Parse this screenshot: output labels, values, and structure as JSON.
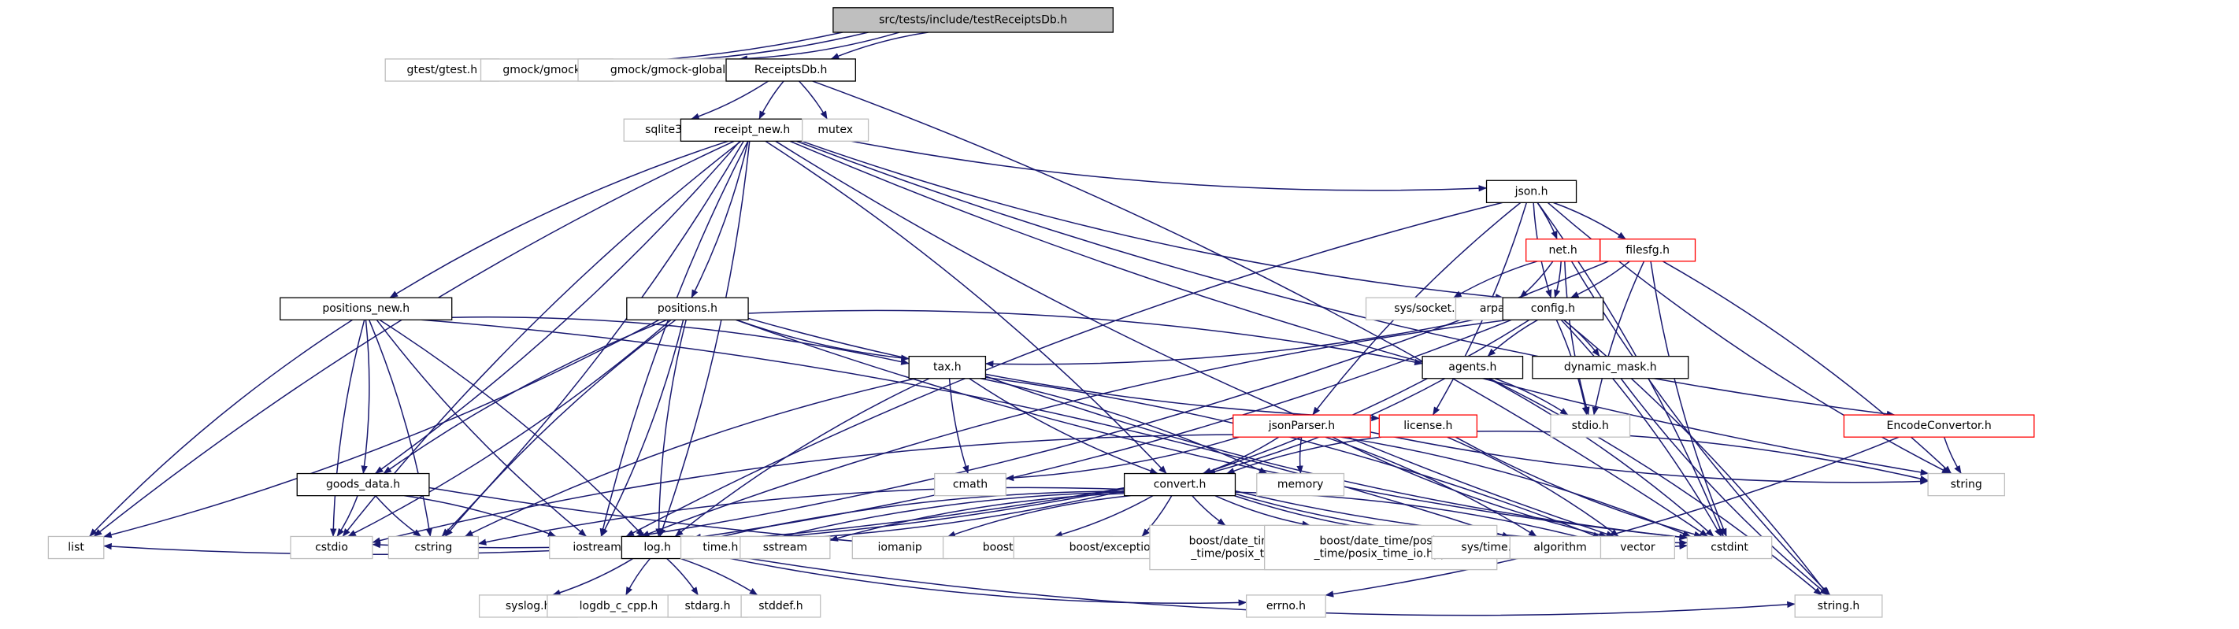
{
  "colors": {
    "edge": "#191970",
    "root_fill": "#bfbfbf",
    "documented_border": "#000000",
    "external_border": "#bfbfbf",
    "truncated_border": "#ff0000",
    "text": "#000000"
  },
  "nodes": [
    {
      "id": "root",
      "label": "src/tests/include/testReceiptsDb.h",
      "kind": "root"
    },
    {
      "id": "gtest",
      "label": "gtest/gtest.h",
      "kind": "external"
    },
    {
      "id": "gmock",
      "label": "gmock/gmock.h",
      "kind": "external"
    },
    {
      "id": "gmockglobal",
      "label": "gmock/gmock-global.h",
      "kind": "external"
    },
    {
      "id": "receiptsdb",
      "label": "ReceiptsDb.h",
      "kind": "documented"
    },
    {
      "id": "sqlite3",
      "label": "sqlite3.h",
      "kind": "external"
    },
    {
      "id": "receiptnew",
      "label": "receipt_new.h",
      "kind": "documented"
    },
    {
      "id": "mutex",
      "label": "mutex",
      "kind": "external"
    },
    {
      "id": "json",
      "label": "json.h",
      "kind": "documented"
    },
    {
      "id": "net",
      "label": "net.h",
      "kind": "truncated"
    },
    {
      "id": "filesfg",
      "label": "filesfg.h",
      "kind": "truncated"
    },
    {
      "id": "syssocket",
      "label": "sys/socket.h",
      "kind": "external"
    },
    {
      "id": "arpainet",
      "label": "arpa/inet.h",
      "kind": "external"
    },
    {
      "id": "config",
      "label": "config.h",
      "kind": "documented"
    },
    {
      "id": "positionsnew",
      "label": "positions_new.h",
      "kind": "documented"
    },
    {
      "id": "positions",
      "label": "positions.h",
      "kind": "documented"
    },
    {
      "id": "agents",
      "label": "agents.h",
      "kind": "documented"
    },
    {
      "id": "dynmask",
      "label": "dynamic_mask.h",
      "kind": "documented"
    },
    {
      "id": "tax",
      "label": "tax.h",
      "kind": "documented"
    },
    {
      "id": "stdio",
      "label": "stdio.h",
      "kind": "external"
    },
    {
      "id": "jsonparser",
      "label": "jsonParser.h",
      "kind": "truncated"
    },
    {
      "id": "license",
      "label": "license.h",
      "kind": "truncated"
    },
    {
      "id": "encodeconv",
      "label": "EncodeConvertor.h",
      "kind": "truncated"
    },
    {
      "id": "cmath",
      "label": "cmath",
      "kind": "external"
    },
    {
      "id": "memory",
      "label": "memory",
      "kind": "external"
    },
    {
      "id": "string",
      "label": "string",
      "kind": "external"
    },
    {
      "id": "goodsdata",
      "label": "goods_data.h",
      "kind": "documented"
    },
    {
      "id": "convert",
      "label": "convert.h",
      "kind": "documented"
    },
    {
      "id": "list",
      "label": "list",
      "kind": "external"
    },
    {
      "id": "cstdio",
      "label": "cstdio",
      "kind": "external"
    },
    {
      "id": "cstring",
      "label": "cstring",
      "kind": "external"
    },
    {
      "id": "iostream",
      "label": "iostream",
      "kind": "external"
    },
    {
      "id": "log",
      "label": "log.h",
      "kind": "documented"
    },
    {
      "id": "timeh",
      "label": "time.h",
      "kind": "external"
    },
    {
      "id": "sstream",
      "label": "sstream",
      "kind": "external"
    },
    {
      "id": "iomanip",
      "label": "iomanip",
      "kind": "external"
    },
    {
      "id": "boostregex",
      "label": "boost/regex.hpp",
      "kind": "external"
    },
    {
      "id": "boostexc",
      "label": "boost/exception/all.hpp",
      "kind": "external"
    },
    {
      "id": "boostpt",
      "label": "boost/date_time/posix\n_time/posix_time.hpp",
      "kind": "external"
    },
    {
      "id": "boostptio",
      "label": "boost/date_time/posix\n_time/posix_time_io.hpp",
      "kind": "external"
    },
    {
      "id": "systime",
      "label": "sys/time.h",
      "kind": "external"
    },
    {
      "id": "algorithm",
      "label": "algorithm",
      "kind": "external"
    },
    {
      "id": "vector",
      "label": "vector",
      "kind": "external"
    },
    {
      "id": "cstdint",
      "label": "cstdint",
      "kind": "external"
    },
    {
      "id": "syslog",
      "label": "syslog.h",
      "kind": "external"
    },
    {
      "id": "logdb",
      "label": "logdb_c_cpp.h",
      "kind": "external"
    },
    {
      "id": "stdarg",
      "label": "stdarg.h",
      "kind": "external"
    },
    {
      "id": "stddef",
      "label": "stddef.h",
      "kind": "external"
    },
    {
      "id": "errno",
      "label": "errno.h",
      "kind": "external"
    },
    {
      "id": "stringh",
      "label": "string.h",
      "kind": "external"
    }
  ],
  "edges": [
    [
      "root",
      "gtest"
    ],
    [
      "root",
      "gmock"
    ],
    [
      "root",
      "gmockglobal"
    ],
    [
      "root",
      "receiptsdb"
    ],
    [
      "receiptsdb",
      "sqlite3"
    ],
    [
      "receiptsdb",
      "receiptnew"
    ],
    [
      "receiptsdb",
      "mutex"
    ],
    [
      "receiptsdb",
      "cstdint"
    ],
    [
      "receiptnew",
      "json"
    ],
    [
      "receiptnew",
      "config"
    ],
    [
      "receiptnew",
      "positionsnew"
    ],
    [
      "receiptnew",
      "positions"
    ],
    [
      "receiptnew",
      "goodsdata"
    ],
    [
      "receiptnew",
      "convert"
    ],
    [
      "receiptnew",
      "list"
    ],
    [
      "receiptnew",
      "cstdio"
    ],
    [
      "receiptnew",
      "cstring"
    ],
    [
      "receiptnew",
      "iostream"
    ],
    [
      "receiptnew",
      "log"
    ],
    [
      "receiptnew",
      "vector"
    ],
    [
      "receiptnew",
      "string"
    ],
    [
      "receiptnew",
      "encodeconv"
    ],
    [
      "json",
      "net"
    ],
    [
      "json",
      "filesfg"
    ],
    [
      "json",
      "config"
    ],
    [
      "json",
      "jsonparser"
    ],
    [
      "json",
      "license"
    ],
    [
      "json",
      "string"
    ],
    [
      "json",
      "cstdint"
    ],
    [
      "json",
      "iostream"
    ],
    [
      "net",
      "net"
    ],
    [
      "net",
      "syssocket"
    ],
    [
      "net",
      "arpainet"
    ],
    [
      "net",
      "config"
    ],
    [
      "net",
      "stdio"
    ],
    [
      "net",
      "stringh"
    ],
    [
      "filesfg",
      "config"
    ],
    [
      "filesfg",
      "string"
    ],
    [
      "filesfg",
      "cstdint"
    ],
    [
      "filesfg",
      "stdio"
    ],
    [
      "filesfg",
      "iostream"
    ],
    [
      "config",
      "agents"
    ],
    [
      "config",
      "dynmask"
    ],
    [
      "config",
      "tax"
    ],
    [
      "config",
      "stdio"
    ],
    [
      "config",
      "stringh"
    ],
    [
      "config",
      "cstdint"
    ],
    [
      "config",
      "convert"
    ],
    [
      "config",
      "iostream"
    ],
    [
      "config",
      "log"
    ],
    [
      "positionsnew",
      "tax"
    ],
    [
      "positionsnew",
      "goodsdata"
    ],
    [
      "positionsnew",
      "list"
    ],
    [
      "positionsnew",
      "cstdio"
    ],
    [
      "positionsnew",
      "cstring"
    ],
    [
      "positionsnew",
      "iostream"
    ],
    [
      "positionsnew",
      "log"
    ],
    [
      "positionsnew",
      "algorithm"
    ],
    [
      "positions",
      "tax"
    ],
    [
      "positions",
      "goodsdata"
    ],
    [
      "positions",
      "agents"
    ],
    [
      "positions",
      "license"
    ],
    [
      "positions",
      "list"
    ],
    [
      "positions",
      "cstdio"
    ],
    [
      "positions",
      "cstring"
    ],
    [
      "positions",
      "iostream"
    ],
    [
      "positions",
      "log"
    ],
    [
      "positions",
      "cstdint"
    ],
    [
      "agents",
      "stdio"
    ],
    [
      "agents",
      "cstdint"
    ],
    [
      "agents",
      "stringh"
    ],
    [
      "agents",
      "convert"
    ],
    [
      "dynmask",
      "stringh"
    ],
    [
      "tax",
      "convert"
    ],
    [
      "tax",
      "cmath"
    ],
    [
      "tax",
      "memory"
    ],
    [
      "tax",
      "cstdint"
    ],
    [
      "tax",
      "log"
    ],
    [
      "tax",
      "cstring"
    ],
    [
      "tax",
      "vector"
    ],
    [
      "jsonparser",
      "convert"
    ],
    [
      "jsonparser",
      "cmath"
    ],
    [
      "jsonparser",
      "memory"
    ],
    [
      "jsonparser",
      "string"
    ],
    [
      "jsonparser",
      "cstdint"
    ],
    [
      "jsonparser",
      "vector"
    ],
    [
      "jsonparser",
      "algorithm"
    ],
    [
      "jsonparser",
      "cstdio"
    ],
    [
      "license",
      "convert"
    ],
    [
      "license",
      "string"
    ],
    [
      "license",
      "cstdint"
    ],
    [
      "license",
      "vector"
    ],
    [
      "encodeconv",
      "string"
    ],
    [
      "encodeconv",
      "errno"
    ],
    [
      "goodsdata",
      "cstdio"
    ],
    [
      "goodsdata",
      "cstring"
    ],
    [
      "goodsdata",
      "iostream"
    ],
    [
      "goodsdata",
      "cstdint"
    ],
    [
      "convert",
      "list"
    ],
    [
      "convert",
      "cstdio"
    ],
    [
      "convert",
      "cstring"
    ],
    [
      "convert",
      "iostream"
    ],
    [
      "convert",
      "log"
    ],
    [
      "convert",
      "timeh"
    ],
    [
      "convert",
      "sstream"
    ],
    [
      "convert",
      "iomanip"
    ],
    [
      "convert",
      "boostregex"
    ],
    [
      "convert",
      "boostexc"
    ],
    [
      "convert",
      "boostpt"
    ],
    [
      "convert",
      "boostptio"
    ],
    [
      "convert",
      "systime"
    ],
    [
      "convert",
      "algorithm"
    ],
    [
      "convert",
      "vector"
    ],
    [
      "convert",
      "cstdint"
    ],
    [
      "log",
      "syslog"
    ],
    [
      "log",
      "logdb"
    ],
    [
      "log",
      "stdarg"
    ],
    [
      "log",
      "stddef"
    ],
    [
      "log",
      "errno"
    ],
    [
      "log",
      "stringh"
    ]
  ]
}
